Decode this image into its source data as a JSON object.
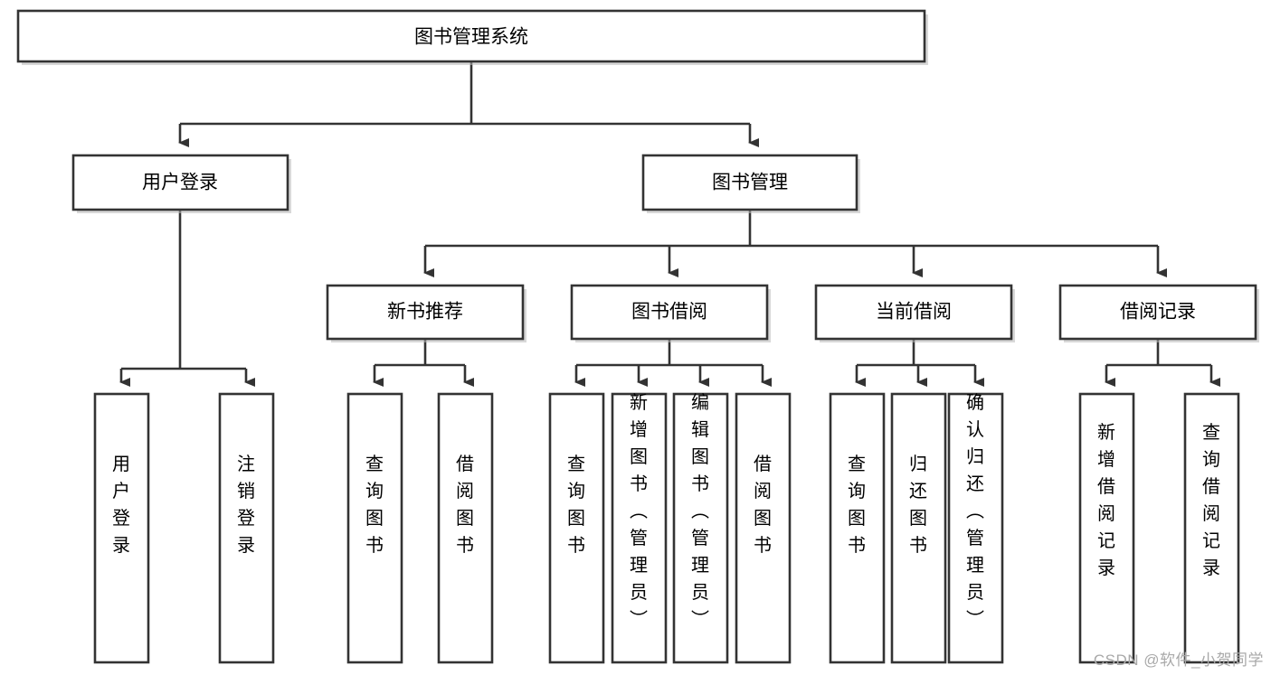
{
  "diagram": {
    "type": "tree-hierarchy-chart",
    "title": "图书管理系统",
    "orientation": "top-down",
    "colors": {
      "node_fill": "#ffffff",
      "node_stroke": "#333333",
      "connector": "#333333",
      "watermark": "#a9a9a9",
      "background": "#ffffff"
    },
    "root": {
      "label": "图书管理系统",
      "level": 0
    },
    "level2": [
      {
        "label": "用户登录",
        "level": 1
      },
      {
        "label": "图书管理",
        "level": 1
      }
    ],
    "level3": [
      {
        "label": "新书推荐",
        "level": 2,
        "parent": "图书管理"
      },
      {
        "label": "图书借阅",
        "level": 2,
        "parent": "图书管理"
      },
      {
        "label": "当前借阅",
        "level": 2,
        "parent": "图书管理"
      },
      {
        "label": "借阅记录",
        "level": 2,
        "parent": "图书管理"
      }
    ],
    "leaves": {
      "user_login": [
        {
          "label": "用户登录",
          "parent": "用户登录"
        },
        {
          "label": "注销登录",
          "parent": "用户登录"
        }
      ],
      "new_book_recommend": [
        {
          "label": "查询图书",
          "parent": "新书推荐"
        },
        {
          "label": "借阅图书",
          "parent": "新书推荐"
        }
      ],
      "book_borrow": [
        {
          "label": "查询图书",
          "parent": "图书借阅"
        },
        {
          "label": "新增图书（管理员）",
          "parent": "图书借阅"
        },
        {
          "label": "编辑图书（管理员）",
          "parent": "图书借阅"
        },
        {
          "label": "借阅图书",
          "parent": "图书借阅"
        }
      ],
      "current_borrow": [
        {
          "label": "查询图书",
          "parent": "当前借阅"
        },
        {
          "label": "归还图书",
          "parent": "当前借阅"
        },
        {
          "label": "确认归还（管理员）",
          "parent": "当前借阅"
        }
      ],
      "borrow_record": [
        {
          "label": "新增借阅记录",
          "parent": "借阅记录"
        },
        {
          "label": "查询借阅记录",
          "parent": "借阅记录"
        }
      ]
    },
    "watermark": "CSDN @软件_小贺同学"
  }
}
